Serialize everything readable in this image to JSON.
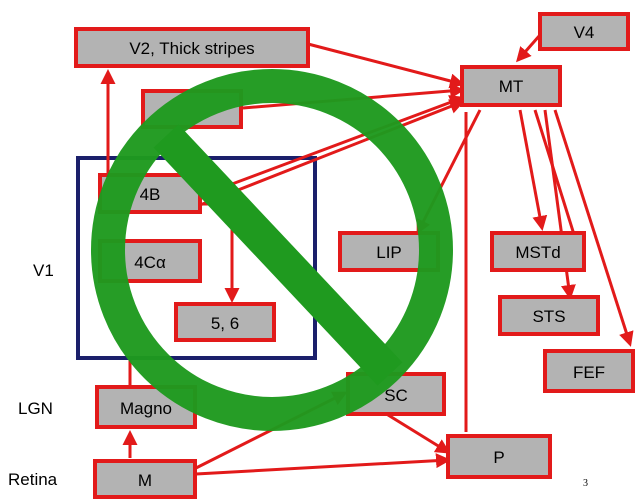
{
  "row_labels": {
    "v1": "V1",
    "lgn": "LGN",
    "retina": "Retina"
  },
  "nodes": {
    "v2": "V2, Thick stripes",
    "v4": "V4",
    "mt": "MT",
    "l4b": "4B",
    "l4ca": "4Cα",
    "l56": "5, 6",
    "lip": "LIP",
    "mstd": "MSTd",
    "sts": "STS",
    "fef": "FEF",
    "magno": "Magno",
    "sc": "SC",
    "m": "M",
    "p": "P"
  },
  "overlay": {
    "symbol": "prohibition-sign",
    "color": "#1f9a1f"
  },
  "slide_number": "3"
}
